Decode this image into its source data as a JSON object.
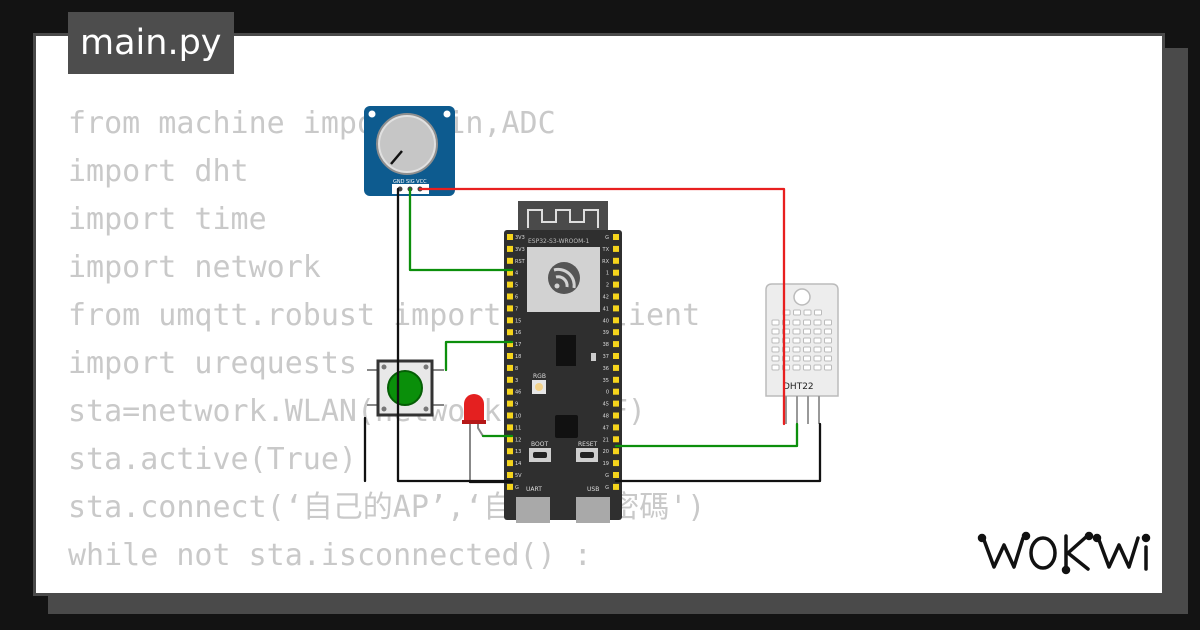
{
  "tab": {
    "title": "main.py"
  },
  "code_lines": [
    "from machine import Pin,ADC",
    "import dht",
    "import time",
    "import network",
    "from umqtt.robust import MQTTClient",
    "import urequests",
    "sta=network.WLAN(network.STA_IF)",
    "sta.active(True)",
    "sta.connect(‘自己的AP’,‘自己的AP密碼')",
    "while not sta.isconnected() :"
  ],
  "board": {
    "module_label": "ESP32-S3-WROOM-1",
    "left_pins": [
      "3V3",
      "3V3",
      "RST",
      "4",
      "5",
      "6",
      "7",
      "15",
      "16",
      "17",
      "18",
      "8",
      "3",
      "46",
      "9",
      "10",
      "11",
      "12",
      "13",
      "14",
      "5V",
      "G"
    ],
    "right_pins": [
      "G",
      "TX",
      "RX",
      "1",
      "2",
      "42",
      "41",
      "40",
      "39",
      "38",
      "37",
      "36",
      "35",
      "0",
      "45",
      "48",
      "47",
      "21",
      "20",
      "19",
      "G",
      "G"
    ],
    "rgb_label": "RGB",
    "boot_label": "BOOT",
    "reset_label": "RESET",
    "uart_label": "UART",
    "usb_label": "USB"
  },
  "potentiometer": {
    "pin_labels": "GND SIG VCC"
  },
  "dht": {
    "label": "DHT22"
  },
  "brand": {
    "logo": "WOKWI"
  },
  "colors": {
    "wire_red": "#e81f1f",
    "wire_green": "#0c8f0c",
    "wire_black": "#111111",
    "board": "#2f2f2f",
    "pin_gold": "#f5d41c",
    "pot_blue": "#0d5b8f",
    "button_green": "#0a8f0a",
    "led_red": "#e42020"
  }
}
